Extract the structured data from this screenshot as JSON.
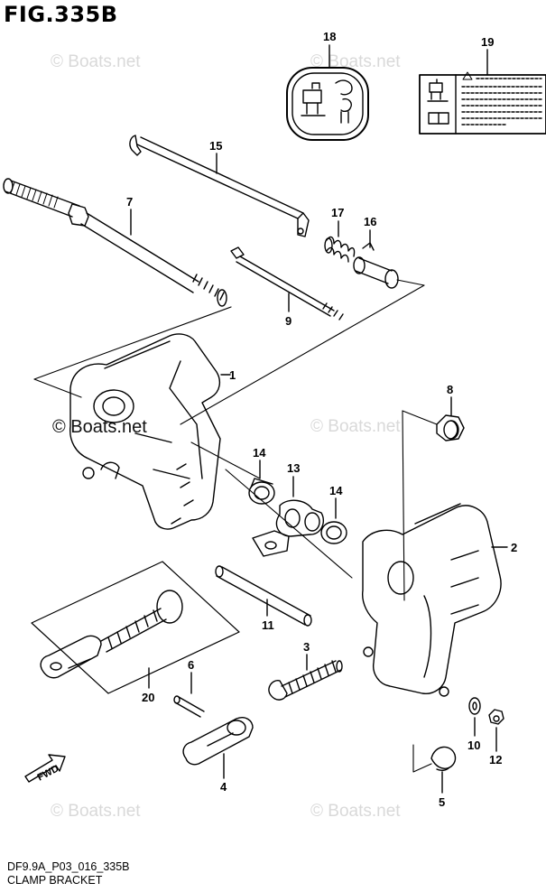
{
  "figure": {
    "title": "FIG.335B"
  },
  "watermarks": [
    "© Boats.net",
    "© Boats.net",
    "© Boats.net",
    "© Boats.net",
    "© Boats.net",
    "© Boats.net"
  ],
  "footer": {
    "code": "DF9.9A_P03_016_335B",
    "name": "CLAMP BRACKET"
  },
  "direction_label": "FWD",
  "callouts": [
    "18",
    "19",
    "15",
    "7",
    "17",
    "16",
    "9",
    "1",
    "8",
    "14",
    "13",
    "14",
    "2",
    "11",
    "3",
    "6",
    "20",
    "4",
    "10",
    "12",
    "5"
  ]
}
